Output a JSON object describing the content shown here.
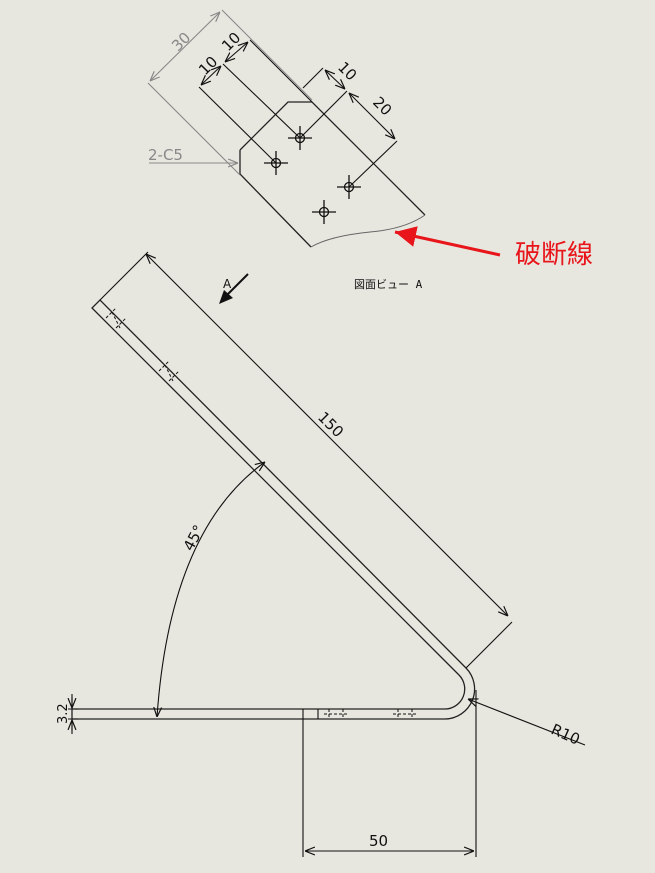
{
  "detail_view": {
    "label": "図面ビュー A",
    "dims": {
      "overall_width": "30",
      "hole_offset_1": "10",
      "hole_offset_2": "10",
      "hole_pitch_edge": "10",
      "hole_pitch": "20",
      "chamfer": "2-C5"
    }
  },
  "callout": {
    "text": "破断線",
    "color": "#e8151b"
  },
  "main_view": {
    "view_arrow_label": "A",
    "dims": {
      "arm_length": "150",
      "angle": "45°",
      "thickness": "3.2",
      "base_length": "50",
      "bend_radius": "R10"
    }
  }
}
